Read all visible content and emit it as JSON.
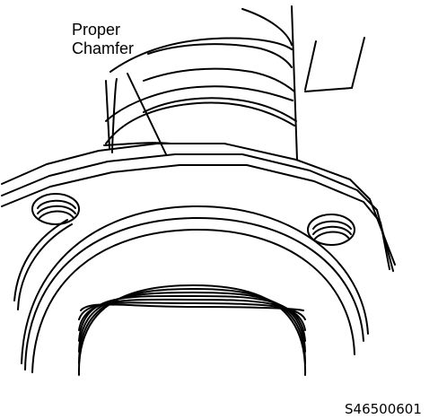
{
  "callout": {
    "line1": "Proper",
    "line2": "Chamfer"
  },
  "figure_code": "S46500601"
}
